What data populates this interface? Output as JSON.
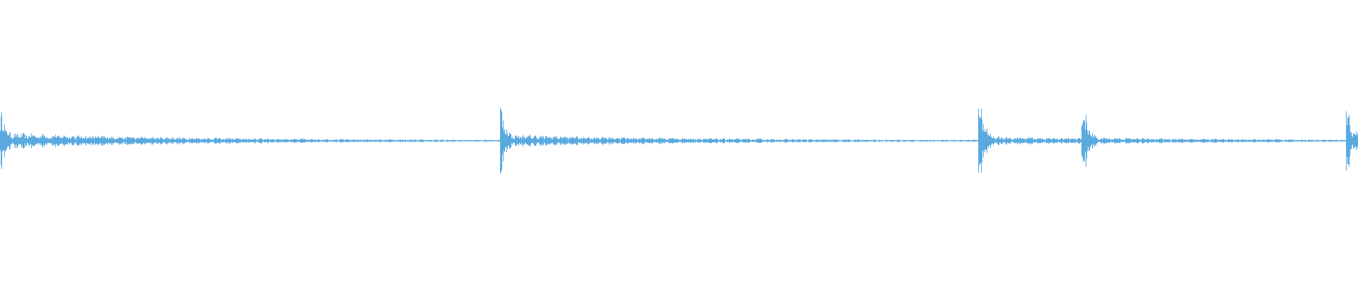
{
  "waveform": {
    "color": "#5aaae0",
    "baseline_color": "#5aaae0",
    "transients": [
      {
        "t": 0.0,
        "peak": 0.55,
        "tail": 0.11
      },
      {
        "t": 0.368,
        "peak": 0.62,
        "tail": 0.09
      },
      {
        "t": 0.72,
        "peak": 0.88,
        "tail": 0.06
      },
      {
        "t": 0.796,
        "peak": 0.74,
        "tail": 0.05
      },
      {
        "t": 0.991,
        "peak": 0.57,
        "tail": 0.13
      }
    ],
    "noise_floor": 0.015
  }
}
